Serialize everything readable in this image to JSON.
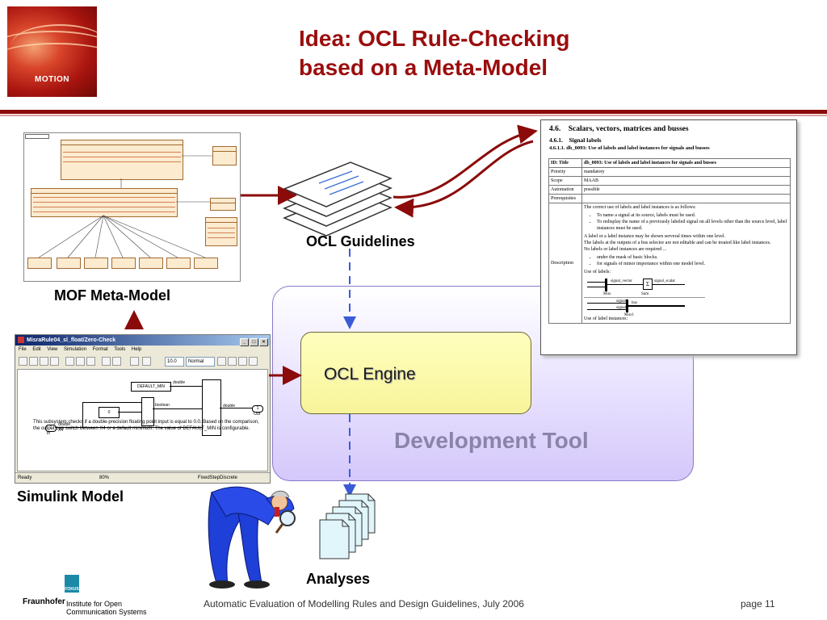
{
  "header": {
    "logo_text": "MOTION",
    "title_lines": [
      "Idea: OCL Rule-Checking",
      "based on a Meta-Model"
    ]
  },
  "labels": {
    "mof": "MOF Meta-Model",
    "ocl_guidelines": "OCL Guidelines",
    "simulink": "Simulink Model",
    "analyses": "Analyses",
    "ocl_engine": "OCL Engine",
    "development_tool": "Development Tool"
  },
  "simulink": {
    "window_title": "MisraRule04_sl_float/Zero-Check",
    "menu": [
      "File",
      "Edit",
      "View",
      "Simulation",
      "Format",
      "Tools",
      "Help"
    ],
    "stop_time": "10.0",
    "sim_mode": "Normal",
    "blocks": {
      "default_min": "DEFAULT_MIN",
      "const0": "0",
      "in_port": "1",
      "in_label": "In",
      "out_port": "1",
      "out_label": "Out",
      "sig_double_top": "double",
      "sig_boolean": "boolean",
      "sig_double_out": "double",
      "sig_double_in": "double",
      "sig_x4": "X4"
    },
    "description": "This subsystem checks if a double-precision floating point input is equal to 0.0. Based on the comparison, the output can switch between X4 or a default minimum. The value of DEFAULT_MIN is configurable.",
    "status": {
      "left": "Ready",
      "zoom": "80%",
      "solver": "FixedStepDiscrete"
    }
  },
  "guideline_doc": {
    "h1_num": "4.6.",
    "h1": "Scalars, vectors, matrices and busses",
    "h2_num": "4.6.1.",
    "h2": "Signal labels",
    "h3_num": "4.6.1.1.",
    "h3": "db_0093: Use of labels and label instances for signals and busses",
    "rows": [
      {
        "key": "ID: Title",
        "value": "db_0093: Use of labels and label instances for signals and busses"
      },
      {
        "key": "Priority",
        "value": "mandatory"
      },
      {
        "key": "Scope",
        "value": "MAAB"
      },
      {
        "key": "Automation",
        "value": "possible"
      },
      {
        "key": "Prerequisites",
        "value": ""
      }
    ],
    "description_key": "Description",
    "description": {
      "intro": "The correct use of labels and label instances is as follows:",
      "bullets1": [
        "To name a signal at its source, labels must be used.",
        "To redisplay the name of a previously labeled signal on all levels other than the source level, label instances must be used."
      ],
      "para1": "A label or a label instance may be shown serveral times within one level.",
      "para2": "The labels at the outputs of a bus selector are not editable and can be treated like label instances.",
      "para3": "No labels or label instances are required ...",
      "bullets2": [
        "under the mask of basic blocks.",
        "for signals of minor importance within one model level."
      ],
      "use_of_labels": "Use of labels:",
      "use_of_instances": "Use of label instances:",
      "diagram": {
        "signal_vector": "signal_vector",
        "signal_scalar": "signal_scalar",
        "mux": "Mux",
        "sum": "Sum",
        "signal1": "signal1",
        "signal2": "signal2",
        "bus": "bus",
        "mux1": "Mux1"
      }
    }
  },
  "footer": {
    "logo_mark": "FOKUS",
    "org": "Fraunhofer",
    "institute_line1": "Institute for Open",
    "institute_line2": "Communication Systems",
    "caption_main": "Automatic Evaluation of Modelling Rules and Design Guidelines, July",
    "caption_year": "2006",
    "page": "page 11"
  },
  "colors": {
    "title": "#9b0d0d",
    "arrow": "#8b0a0a",
    "dashed_arrow": "#3b5bd6",
    "engine_fill": "#f8f49a",
    "devtool_fill": "#d4c8fb",
    "devtool_text": "#8a85a8"
  }
}
